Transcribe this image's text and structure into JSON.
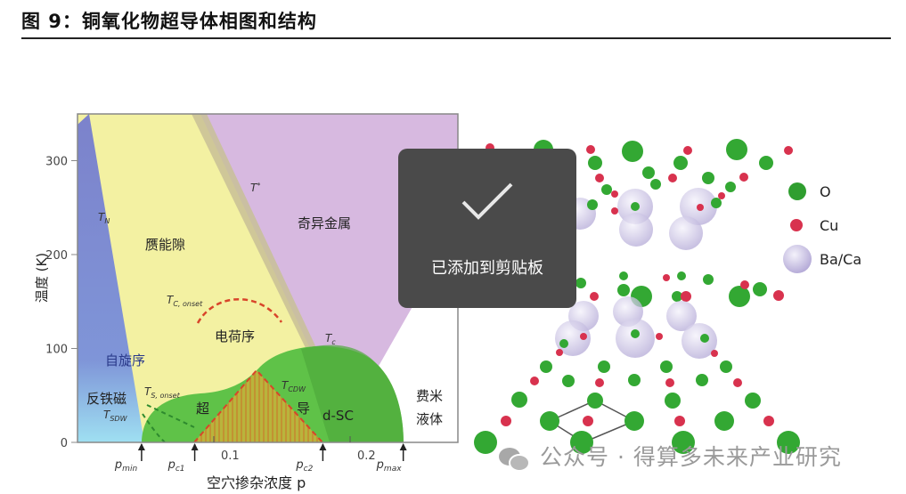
{
  "header": {
    "title": "图 9：铜氧化物超导体相图和结构"
  },
  "chart_data": {
    "type": "area",
    "title": "铜氧化物超导体相图",
    "xlabel": "空穴掺杂浓度 p",
    "ylabel": "温度 (K)",
    "xlim": [
      0,
      0.28
    ],
    "ylim": [
      0,
      350
    ],
    "y_ticks": [
      0,
      100,
      200,
      300
    ],
    "x_ticks": [
      0.1,
      0.2
    ],
    "doping_markers": [
      {
        "name": "p_min",
        "main": "p",
        "sub": "min",
        "value": 0.047
      },
      {
        "name": "p_c1",
        "main": "p",
        "sub": "c1",
        "value": 0.086
      },
      {
        "name": "p_c2",
        "main": "p",
        "sub": "c2",
        "value": 0.18
      },
      {
        "name": "p_max",
        "main": "p",
        "sub": "max",
        "value": 0.239
      }
    ],
    "regions": [
      {
        "name": "antiferromagnet",
        "label": "反铁磁"
      },
      {
        "name": "spin-order",
        "label": "自旋序"
      },
      {
        "name": "pseudogap",
        "label": "赝能隙"
      },
      {
        "name": "strange-metal",
        "label": "奇异金属"
      },
      {
        "name": "charge-order",
        "label": "电荷序"
      },
      {
        "name": "superconductor-1",
        "label": "超"
      },
      {
        "name": "superconductor-2",
        "label": "导"
      },
      {
        "name": "d-sc",
        "label": "d-SC"
      },
      {
        "name": "fermi-liquid-1",
        "label": "费米"
      },
      {
        "name": "fermi-liquid-2",
        "label": "液体"
      }
    ],
    "curves": [
      {
        "name": "T_N",
        "main": "T",
        "sub": "N"
      },
      {
        "name": "T_star",
        "main": "T",
        "sub": "*"
      },
      {
        "name": "T_C_onset",
        "main": "T",
        "sub": "C, onset"
      },
      {
        "name": "T_c",
        "main": "T",
        "sub": "c"
      },
      {
        "name": "T_CDW",
        "main": "T",
        "sub": "CDW"
      },
      {
        "name": "T_S_onset",
        "main": "T",
        "sub": "S, onset"
      },
      {
        "name": "T_SDW",
        "main": "T",
        "sub": "SDW"
      }
    ],
    "dome_max_Tc": 100,
    "colors": {
      "afm": "#7d86cc",
      "pseudogap": "#f2f0a0",
      "strange_metal": "#d5b6df",
      "sc": "#5cbf45",
      "cdw": "#d9a032",
      "fermi_liquid": "#ffffff"
    }
  },
  "structure": {
    "legend": [
      {
        "label": "O",
        "color": "#2f9e2f"
      },
      {
        "label": "Cu",
        "color": "#d8324e"
      },
      {
        "label": "Ba/Ca",
        "color": "#c9c2e3"
      }
    ]
  },
  "toast": {
    "text": "已添加到剪贴板",
    "icon": "checkmark-icon"
  },
  "watermark": {
    "text": "公众号 · 得算多未来产业研究",
    "icon": "wechat-icon"
  }
}
